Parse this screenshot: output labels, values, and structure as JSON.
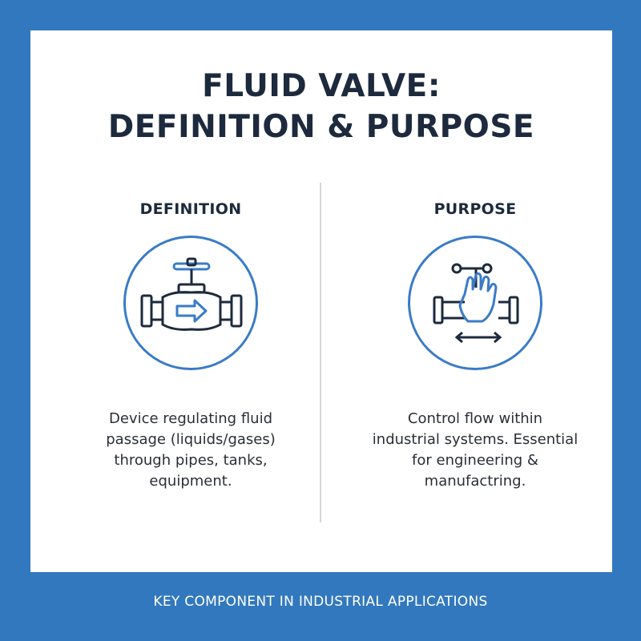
{
  "title": {
    "line1": "FLUID VALVE:",
    "line2": "DEFINITION & PURPOSE"
  },
  "definition": {
    "heading": "DEFINITION",
    "icon": "valve-icon",
    "lines": [
      "Device regulating fluid",
      "passage (liquids/gases)",
      "through pipes, tanks,",
      "equipment."
    ]
  },
  "purpose": {
    "heading": "PURPOSE",
    "icon": "hand-valve-control-icon",
    "lines": [
      "Control flow within",
      "industrial systems. Essential",
      "for engineering &",
      "manufactring."
    ]
  },
  "footer": {
    "text": "KEY COMPONENT IN INDUSTRIAL APPLICATIONS"
  },
  "colors": {
    "background": "#3278be",
    "accent": "#3a7bc8",
    "text_dark": "#1d2a3d"
  }
}
